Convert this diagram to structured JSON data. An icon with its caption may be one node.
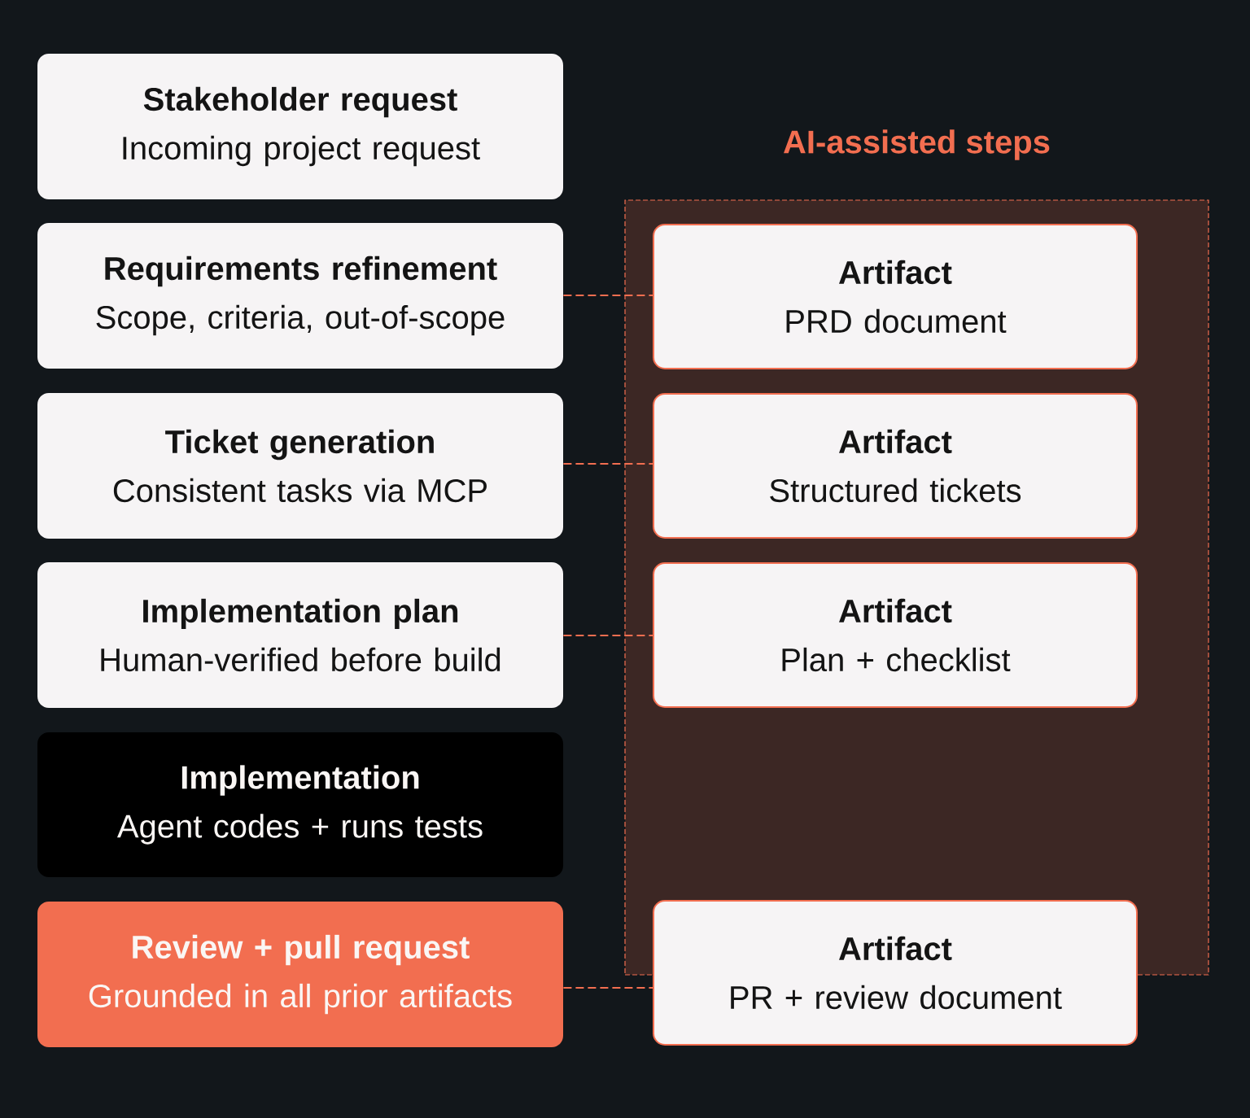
{
  "diagram": {
    "nodes": [
      {
        "text": [
          "Stakeholder request",
          "Incoming project request"
        ]
      },
      {
        "text": [
          "Requirements refinement",
          "Scope, criteria, out-of-scope"
        ]
      },
      {
        "text": [
          "Ticket generation",
          "Consistent tasks via MCP"
        ]
      },
      {
        "text": [
          "Implementation plan",
          "Human-verified before build"
        ]
      },
      {
        "text": [
          "Implementation",
          "Agent codes + runs tests"
        ]
      },
      {
        "text": [
          "Review + pull request",
          "Grounded in all prior artifacts"
        ]
      },
      {
        "text": [
          "AI-assisted steps"
        ]
      },
      {
        "text": [
          "Artifact",
          "PRD document"
        ],
        "in": 6
      },
      {
        "text": [
          "Artifact",
          "Structured tickets"
        ],
        "in": 6
      },
      {
        "text": [
          "Artifact",
          "Plan + checklist"
        ],
        "in": 6
      },
      {
        "text": [
          "Artifact",
          "PR + review document"
        ]
      }
    ],
    "edges": [
      {
        "from": 1,
        "to": 7,
        "arrow": "none",
        "style": "dashed"
      },
      {
        "from": 2,
        "to": 8,
        "arrow": "none",
        "style": "dashed"
      },
      {
        "from": 3,
        "to": 9,
        "arrow": "none",
        "style": "dashed"
      },
      {
        "from": 5,
        "to": 10,
        "arrow": "none",
        "style": "dashed"
      }
    ]
  }
}
